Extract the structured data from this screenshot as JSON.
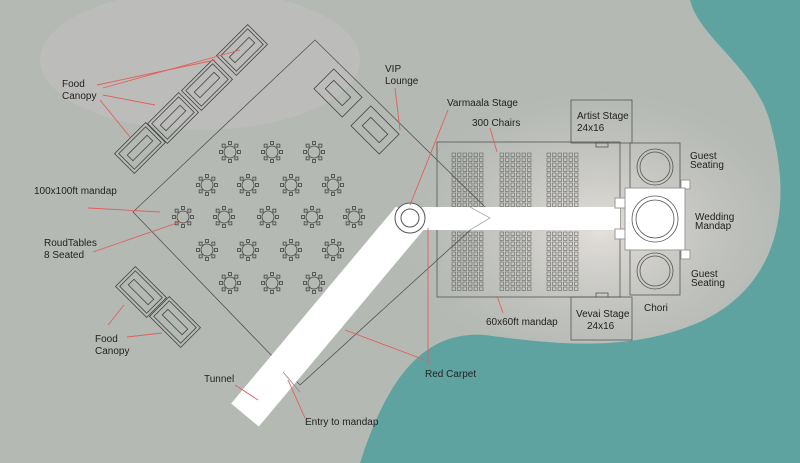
{
  "labels": {
    "food_canopy_top": [
      "Food",
      "Canopy"
    ],
    "vip_lounge": [
      "VIP",
      "Lounge"
    ],
    "varmaala_stage": "Varmaala Stage",
    "chairs_300": "300 Chairs",
    "artist_stage": [
      "Artist Stage",
      "24x16"
    ],
    "guest_seating_top": [
      "Guest",
      "Seating"
    ],
    "wedding_mandap": [
      "Wedding",
      "Mandap"
    ],
    "guest_seating_bottom": [
      "Guest",
      "Seating"
    ],
    "chori": "Chori",
    "vevai_stage": [
      "Vevai Stage",
      "24x16"
    ],
    "mandap_60": "60x60ft mandap",
    "red_carpet": "Red Carpet",
    "entry": "Entry to mandap",
    "tunnel": "Tunnel",
    "food_canopy_bottom": [
      "Food",
      "Canopy"
    ],
    "round_tables": [
      "RoudTables",
      "8 Seated"
    ],
    "mandap_100": "100x100ft mandap"
  },
  "colors": {
    "land": "#b9bdb8",
    "water": "#5fa3a0",
    "leader": "#e0605c",
    "walkway": "#ffffff"
  }
}
